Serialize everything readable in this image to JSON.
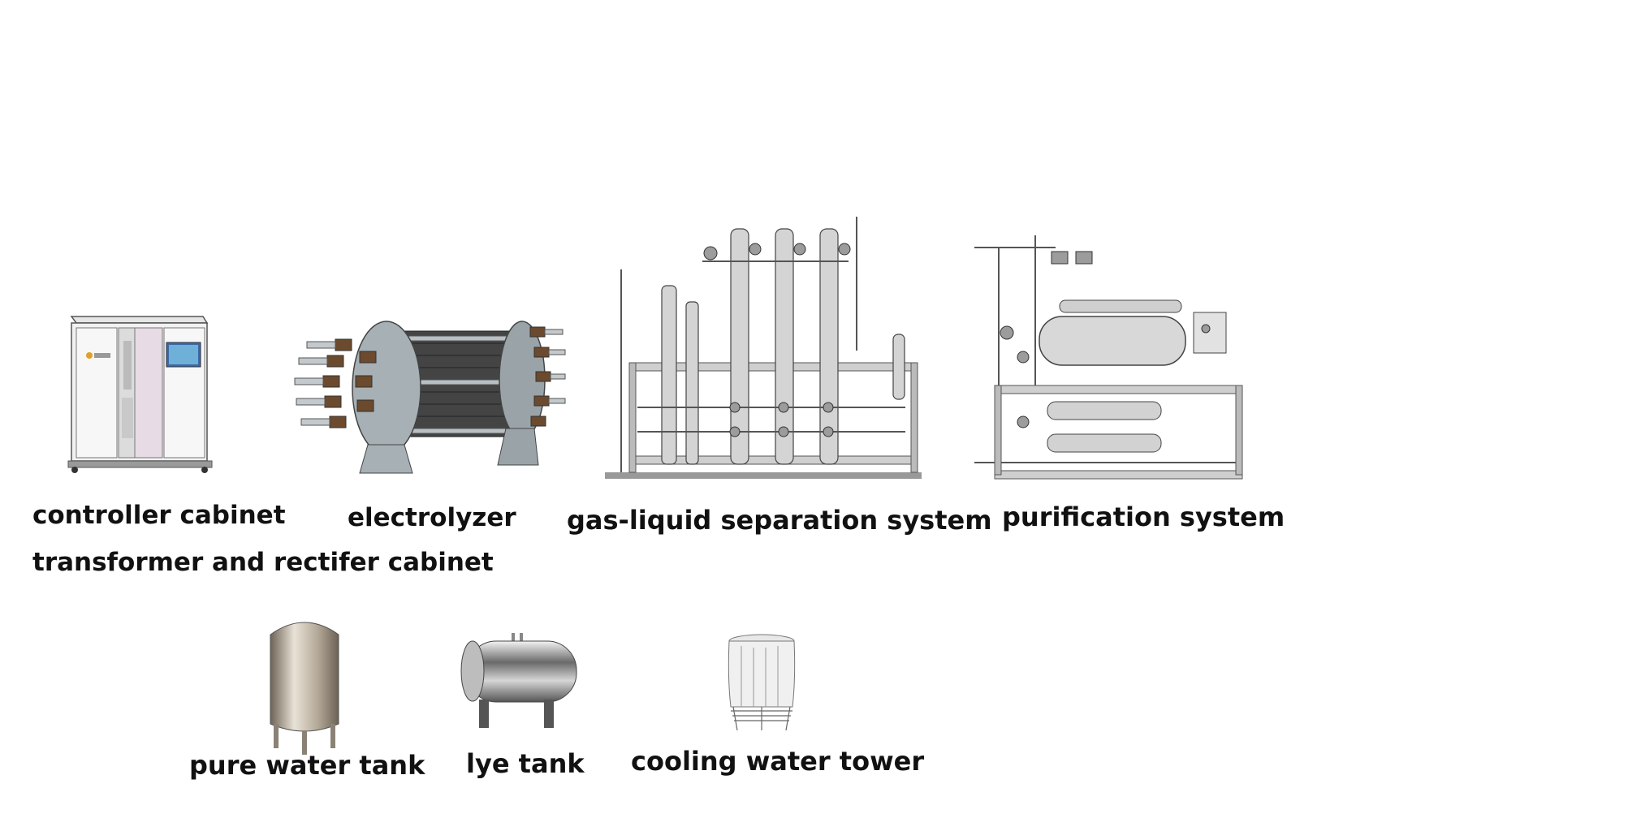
{
  "equipment": {
    "controller_cabinet": "controller cabinet",
    "transformer_cabinet": "transformer and rectifer cabinet",
    "electrolyzer": "electrolyzer",
    "gas_liquid_separation": "gas-liquid separation system",
    "purification": "purification system",
    "pure_water_tank": "pure water tank",
    "lye_tank": "lye tank",
    "cooling_water_tower": "cooling water tower"
  }
}
